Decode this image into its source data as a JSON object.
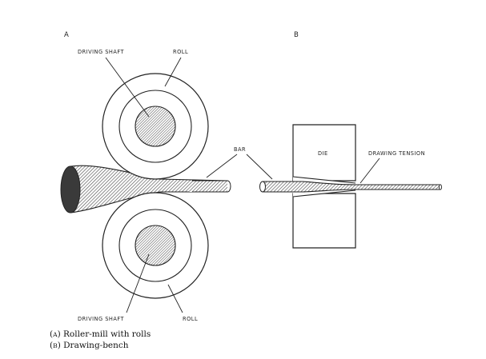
{
  "panels": {
    "a": "A",
    "b": "B"
  },
  "labels": {
    "driving_shaft_top": "DRIVING SHAFT",
    "roll_top": "ROLL",
    "bar": "BAR",
    "die": "DIE",
    "drawing_tension": "DRAWING TENSION",
    "driving_shaft_bottom": "DRIVING SHAFT",
    "roll_bottom": "ROLL"
  },
  "caption": {
    "line1_letter": "A",
    "line1_text": "Roller-mill with rolls",
    "line2_letter": "B",
    "line2_text": "Drawing-bench"
  },
  "colors": {
    "ink": "#222222",
    "hatch": "#555555",
    "background": "#ffffff"
  }
}
